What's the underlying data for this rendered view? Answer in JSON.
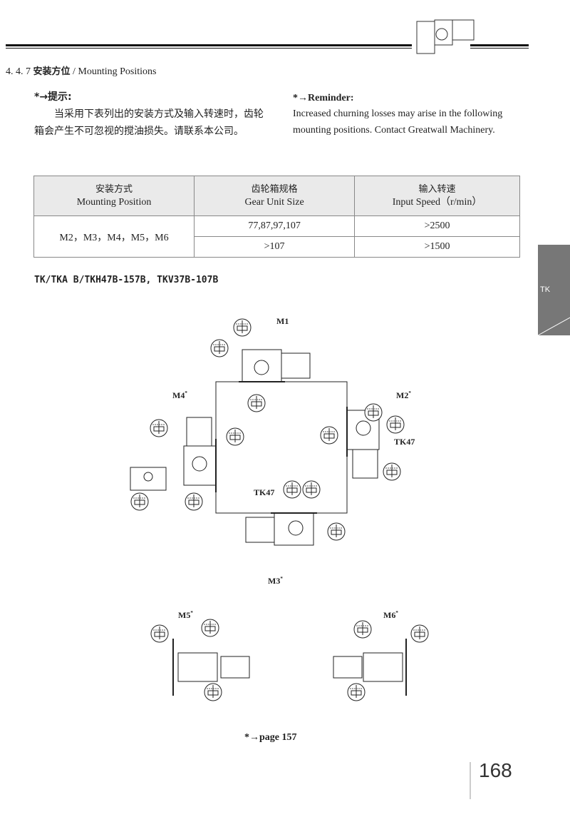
{
  "section": {
    "number": "4. 4. 7",
    "title_cn": "安装方位",
    "separator": "/",
    "title_en": "Mounting Positions"
  },
  "reminder_cn": {
    "heading": "*→提示:",
    "body": "当采用下表列出的安装方式及输入转速时，齿轮箱会产生不可忽视的搅油损失。请联系本公司。"
  },
  "reminder_en": {
    "heading": "*→Reminder:",
    "body": "Increased churning losses may arise in the following mounting positions. Contact Greatwall Machinery."
  },
  "table": {
    "headers": [
      {
        "cn": "安装方式",
        "en": "Mounting Position"
      },
      {
        "cn": "齿轮箱规格",
        "en": "Gear Unit Size"
      },
      {
        "cn": "输入转速",
        "en": "Input Speed（r/min）"
      }
    ],
    "positions": "M2，M3，M4，M5，M6",
    "rows": [
      {
        "size": "77,87,97,107",
        "speed": ">2500"
      },
      {
        "size": ">107",
        "speed": ">1500"
      }
    ]
  },
  "model_heading": "TK/TKA B/TKH47B-157B, TKV37B-107B",
  "side_tab": "TK",
  "diagram": {
    "m1": "M1",
    "m2": "M2",
    "m3": "M3",
    "m4": "M4",
    "m5": "M5",
    "m6": "M6",
    "star": "*",
    "tk47_a": "TK47",
    "tk47_b": "TK47"
  },
  "footnote": "*→page 157",
  "page_number": "168"
}
